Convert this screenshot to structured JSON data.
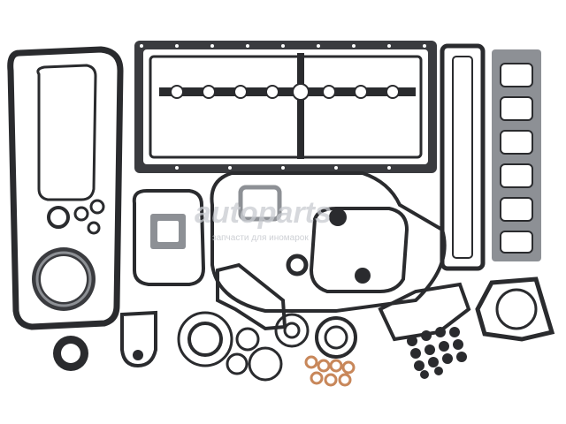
{
  "photo": {
    "subject": "engine gasket set",
    "background": "#ffffff",
    "gasket_dark": "#2a2b2e",
    "gasket_steel": "#8d9095",
    "copper": "#c8875a"
  },
  "watermark": {
    "brand": "autoparts",
    "caption": "запчасти для иномарок",
    "color": "#c9ccd1"
  }
}
